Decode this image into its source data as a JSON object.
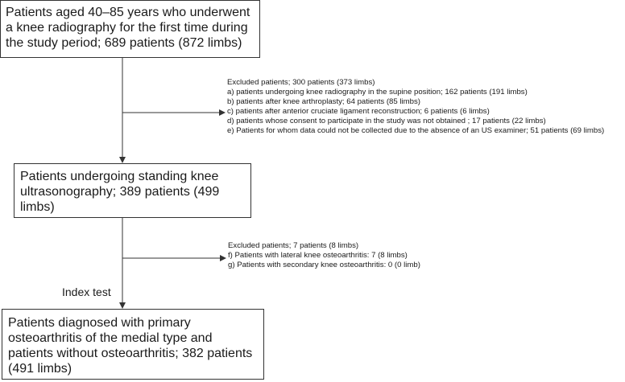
{
  "boxes": {
    "enrolled": "Patients aged 40–85 years who underwent a knee radiography for the first time during the study period; 689 patients (872 limbs)",
    "ultrasonography": "Patients undergoing standing knee ultrasonography; 389 patients (499 limbs)",
    "diagnosed": "Patients diagnosed with primary osteoarthritis of the medial type and patients without osteoarthritis; 382 patients (491 limbs)"
  },
  "exclusions_1": {
    "title": "Excluded patients; 300 patients (373 limbs)",
    "items": [
      "a) patients undergoing knee radiography in the supine position; 162 patients (191 limbs)",
      "b) patients after knee arthroplasty; 64 patients (85 limbs)",
      "c) patients after anterior cruciate ligament reconstruction; 6 patients (6 limbs)",
      "d) patients whose consent to participate in the study was not obtained ; 17 patients (22 limbs)",
      "e) Patients for whom data could not be collected due to the absence of an US examiner; 51 patients (69 limbs)"
    ]
  },
  "exclusions_2": {
    "title": "Excluded patients; 7 patients (8 limbs)",
    "items": [
      "f) Patients with lateral knee osteoarthritis: 7 (8 limbs)",
      "g) Patients with secondary knee osteoarthritis: 0 (0 limb)"
    ]
  },
  "index_test_label": "Index test"
}
